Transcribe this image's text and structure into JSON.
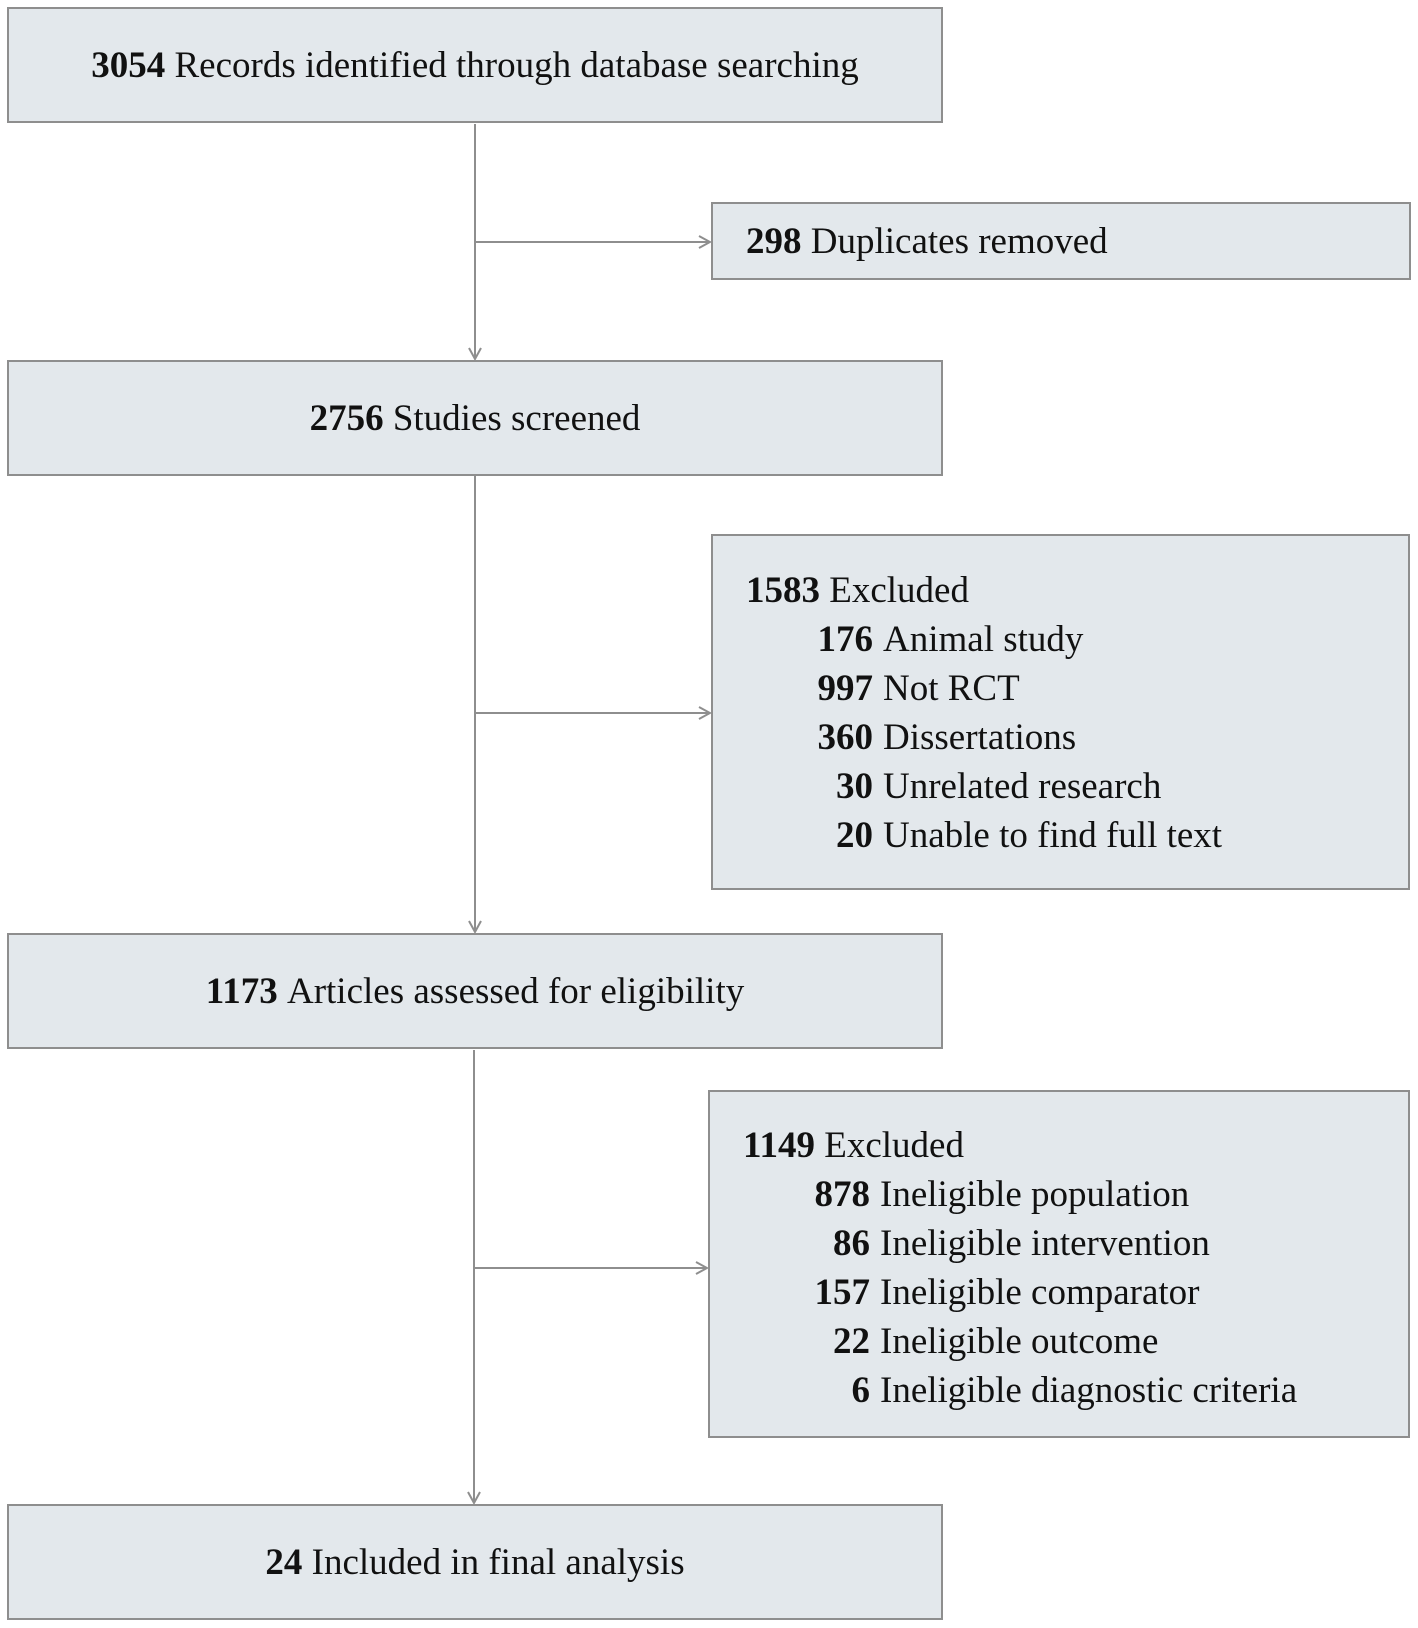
{
  "flow": {
    "identified": {
      "count": "3054",
      "label": "Records identified through database searching"
    },
    "duplicates": {
      "count": "298",
      "label": "Duplicates removed"
    },
    "screened": {
      "count": "2756",
      "label": "Studies screened"
    },
    "excluded_screening": {
      "count": "1583",
      "label": "Excluded",
      "reasons": [
        {
          "count": "176",
          "label": "Animal study"
        },
        {
          "count": "997",
          "label": "Not RCT"
        },
        {
          "count": "360",
          "label": "Dissertations"
        },
        {
          "count": "30",
          "label": "Unrelated research"
        },
        {
          "count": "20",
          "label": "Unable to find full text"
        }
      ]
    },
    "assessed": {
      "count": "1173",
      "label": "Articles assessed for eligibility"
    },
    "excluded_eligibility": {
      "count": "1149",
      "label": "Excluded",
      "reasons": [
        {
          "count": "878",
          "label": "Ineligible population"
        },
        {
          "count": "86",
          "label": "Ineligible intervention"
        },
        {
          "count": "157",
          "label": "Ineligible comparator"
        },
        {
          "count": "22",
          "label": "Ineligible outcome"
        },
        {
          "count": "6",
          "label": "Ineligible diagnostic criteria"
        }
      ]
    },
    "included": {
      "count": "24",
      "label": "Included in final analysis"
    }
  }
}
